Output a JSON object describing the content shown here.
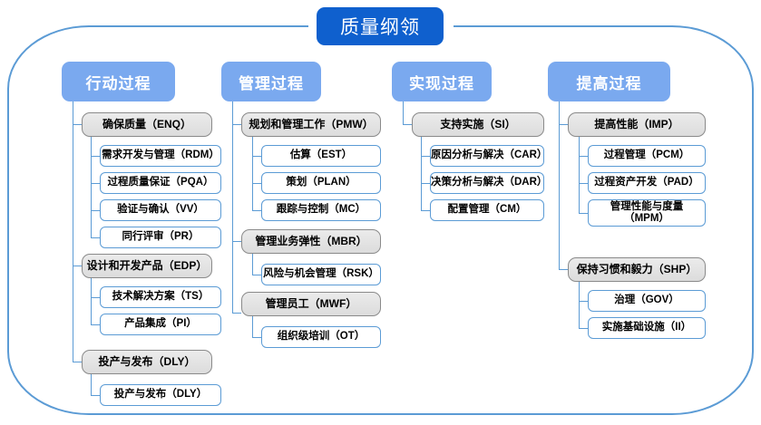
{
  "diagram": {
    "title": "质量纲领",
    "columns": [
      {
        "header": "行动过程",
        "groups": [
          {
            "label": "确保质量（ENQ）",
            "items": [
              "需求开发与管理（RDM）",
              "过程质量保证（PQA）",
              "验证与确认（VV）",
              "同行评审（PR）"
            ]
          },
          {
            "label": "设计和开发产品（EDP）",
            "items": [
              "技术解决方案（TS）",
              "产品集成（PI）"
            ]
          },
          {
            "label": "投产与发布（DLY）",
            "items": [
              "投产与发布（DLY）"
            ]
          }
        ]
      },
      {
        "header": "管理过程",
        "groups": [
          {
            "label": "规划和管理工作（PMW）",
            "items": [
              "估算（EST）",
              "策划（PLAN）",
              "跟踪与控制（MC）"
            ]
          },
          {
            "label": "管理业务弹性（MBR）",
            "items": [
              "风险与机会管理（RSK）"
            ]
          },
          {
            "label": "管理员工（MWF）",
            "items": [
              "组织级培训（OT）"
            ]
          }
        ]
      },
      {
        "header": "实现过程",
        "groups": [
          {
            "label": "支持实施（SI）",
            "items": [
              "原因分析与解决（CAR）",
              "决策分析与解决（DAR）",
              "配置管理（CM）"
            ]
          }
        ]
      },
      {
        "header": "提高过程",
        "groups": [
          {
            "label": "提高性能（IMP）",
            "items": [
              "过程管理（PCM）",
              "过程资产开发（PAD）",
              "管理性能与度量\n（MPM）"
            ]
          },
          {
            "label": "保持习惯和毅力（SHP）",
            "items": [
              "治理（GOV）",
              "实施基础设施（II）"
            ]
          }
        ]
      }
    ],
    "colors": {
      "title_bg": "#0f60ce",
      "header_bg": "#7aa9ef",
      "frame_border": "#5b9bd5",
      "group_bg": "#e3e3e3",
      "group_border": "#8a8a8a",
      "leaf_border": "#5b9bd5",
      "text": "#000000"
    }
  }
}
